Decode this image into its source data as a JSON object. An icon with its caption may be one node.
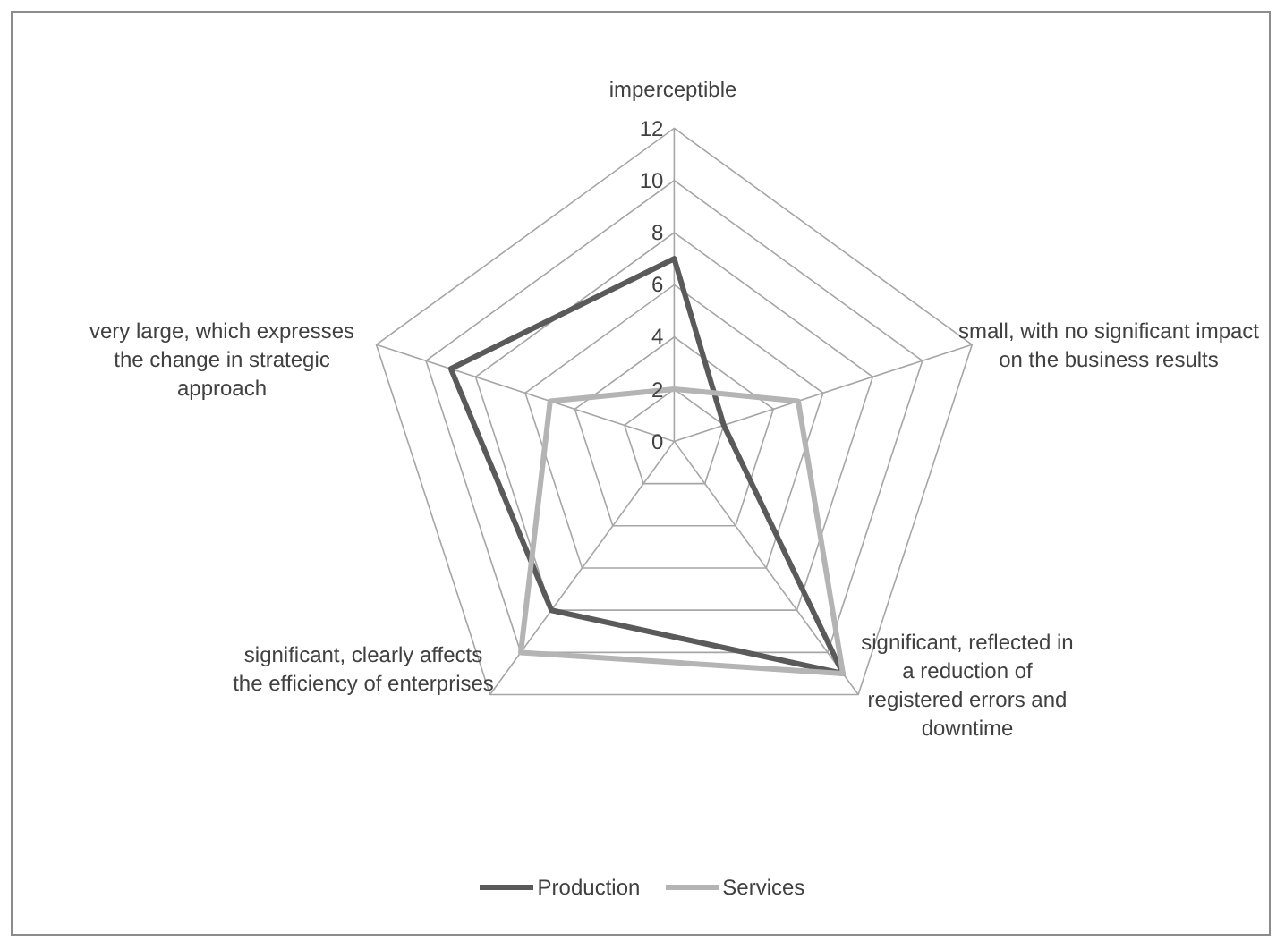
{
  "diagram": {
    "labels": [
      "imperceptible",
      "12",
      "10",
      "8",
      "6",
      "4",
      "2",
      "0",
      "very large, which expresses the change in strategic approach",
      "small, with no significant impact on the business results",
      "significant, clearly affects the efficiency of enterprises",
      "significant, reflected in a reduction of registered errors and downtime"
    ],
    "legend": [
      {
        "text": "Production"
      },
      {
        "text": "Services"
      }
    ]
  }
}
